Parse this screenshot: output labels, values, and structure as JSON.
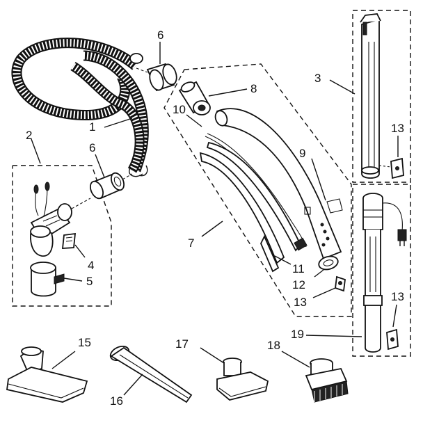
{
  "callouts": {
    "c1": "1",
    "c2": "2",
    "c3": "3",
    "c4": "4",
    "c5": "5",
    "c6a": "6",
    "c6b": "6",
    "c7": "7",
    "c8": "8",
    "c9": "9",
    "c10": "10",
    "c11": "11",
    "c12": "12",
    "c13a": "13",
    "c13b": "13",
    "c13c": "13",
    "c15": "15",
    "c16": "16",
    "c17": "17",
    "c18": "18",
    "c19": "19"
  }
}
